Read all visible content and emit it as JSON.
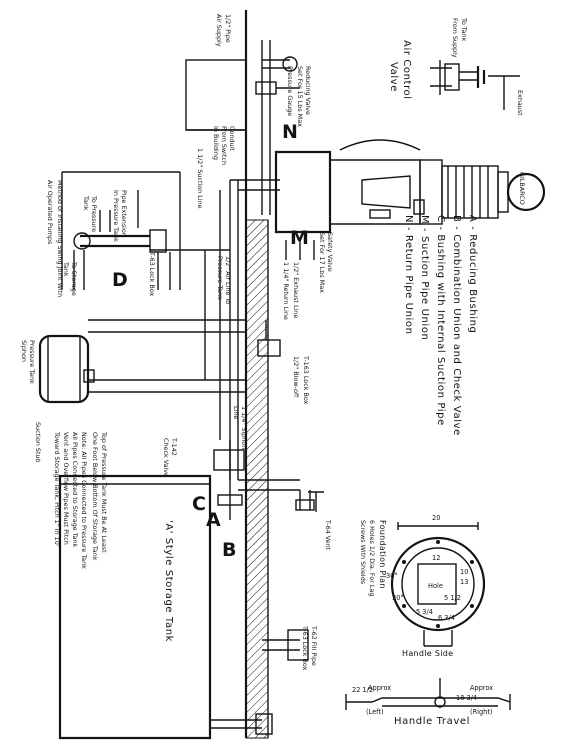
{
  "legend": {
    "a": "A - Reducing Bushing",
    "b": "B - Combination Union and Check Valve",
    "c": "C - Bushing with Internal Suction Pipe",
    "m": "M - Suction Pipe Union",
    "n": "N - Return Pipe Union"
  },
  "air_control": {
    "title1": "Air Control",
    "title2": "Valve",
    "exhaust": "Exhaust",
    "to_tank1": "To Tank",
    "to_tank2": "From Supply"
  },
  "labels": {
    "air_supply1": "1/2\" Pipe",
    "air_supply2": "Air Supply",
    "reducing1": "Reducing Valve",
    "reducing2": "Set For 15 Lbs Max",
    "pressure_gauge": "Pressure Gauge",
    "conduit1": "Conduit",
    "conduit2": "From Switch",
    "conduit3": "In Building",
    "suction_line": "1 1/2\" Suction Line",
    "air_line1": "1/2\" Air Line To",
    "air_line2": "Pressure Tank",
    "exhaust_line": "1/2\" Exhaust Line",
    "return_line": "1 1/4\" Return Line",
    "safety1": "Safety Valve",
    "safety2": "Set For 17 Lbs Max",
    "lock_box_163": "T-163 Lock Box",
    "blow_off": "1/2\" Blow-off",
    "siphon1": "1 1/4\" Siphon",
    "siphon2": "Line",
    "t142": "T-142",
    "check_valve": "Check Valve",
    "pressure_tank1": "Pressure Tank",
    "pressure_tank2": "Siphon",
    "suction_stub": "Suction Stub",
    "t64": "T-64 Vent",
    "t62": "T-62 Fill Pipe",
    "t63": "T-63 Lock Box",
    "storage_tank": "'A' Style Storage Tank",
    "note1": "Top of Pressure Tank Must Be At Least",
    "note2": "One Foot Below Bottom Of Storage Tank",
    "note3": "Note: All Pipes Connected to Pressure Tank",
    "note4": "All Pipes Connected to Storage Tank",
    "note5": "Vent and Overflow Pipes Must Pitch",
    "note6": "Toward Storage Tank, Pitch 1\" In 10'"
  },
  "inset_d": {
    "letter": "D",
    "line1": "Method of Installing Swing Joint With",
    "line2": "Air Operated Pumps",
    "line3": "Pipe Extension",
    "line4": "In Pressure Tank",
    "to_pressure1": "To Pressure",
    "to_pressure2": "Tank",
    "to_storage1": "To Storage",
    "to_storage2": "Tank",
    "t63": "T-63 Lock Box"
  },
  "foundation": {
    "title1": "Foundation Plan",
    "title2": "6 Holes 1/2 Dia. For Lag",
    "title3": "Screws With Shields",
    "hole": "Hole",
    "d20": "20",
    "d12": "12",
    "d10": "10",
    "d13": "13",
    "d51": "5 1/2",
    "d53": "5 3/4",
    "d63": "6 3/4",
    "deg30a": "30°",
    "deg30b": "30°",
    "handle_side": "Handle Side"
  },
  "handle_travel": {
    "title": "Handle Travel",
    "approx_left": "Approx",
    "approx_right": "Approx",
    "left_val": "22 1/2",
    "right_val": "18 3/4",
    "left": "(Left)",
    "right": "(Right)"
  },
  "big_letters": {
    "n": "N",
    "m": "M",
    "a": "A",
    "c": "C",
    "b": "B"
  },
  "brand": "GILBARCO"
}
